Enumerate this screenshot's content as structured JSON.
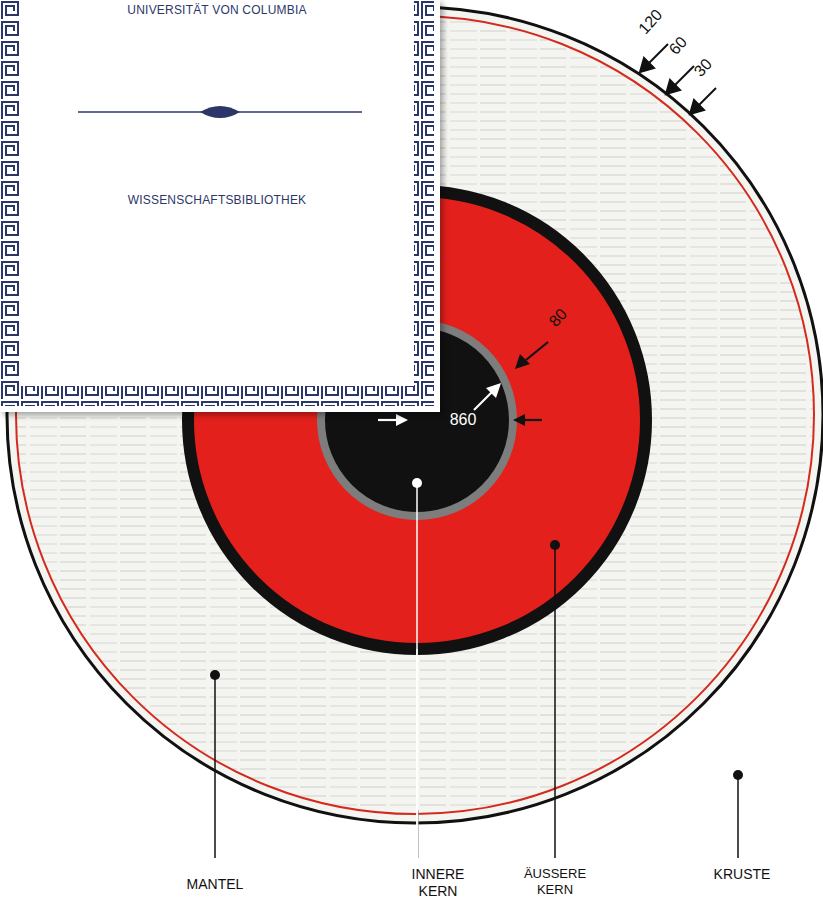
{
  "diagram": {
    "nodes": [
      {
        "text": [
          "UNIVERSITÄT VON COLUMBIA",
          "WISSENSCHAFTSBIBLIOTHEK"
        ]
      }
    ],
    "labels": [
      "120",
      "60",
      "30",
      "80",
      "860",
      "MANTEL",
      "INNERE KERN",
      "ÄUSSERE KERN",
      "KRUSTE"
    ]
  }
}
